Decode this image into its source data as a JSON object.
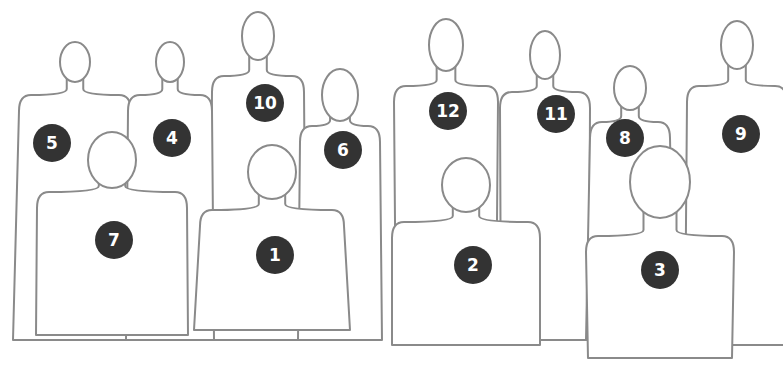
{
  "diagram": {
    "labels": [
      "10",
      "12",
      "11",
      "9",
      "4",
      "8",
      "5",
      "6",
      "7",
      "1",
      "2",
      "3"
    ]
  }
}
